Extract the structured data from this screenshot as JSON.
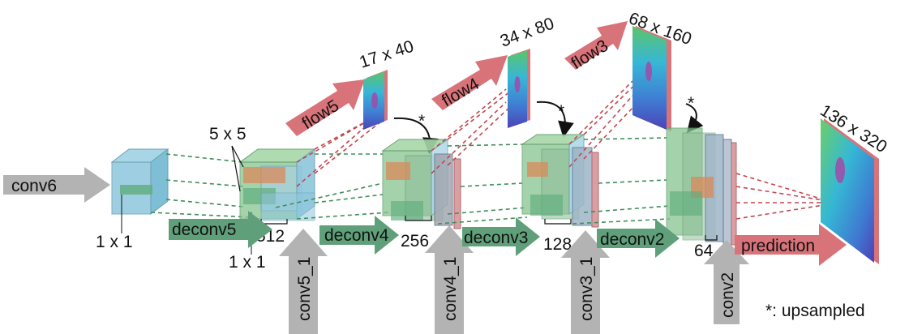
{
  "inputs": {
    "conv6": "conv6",
    "conv5_1": "conv5_1",
    "conv4_1": "conv4_1",
    "conv3_1": "conv3_1",
    "conv2": "conv2"
  },
  "deconv": {
    "deconv5": "deconv5",
    "deconv4": "deconv4",
    "deconv3": "deconv3",
    "deconv2": "deconv2"
  },
  "flows": {
    "flow5": "flow5",
    "flow4": "flow4",
    "flow3": "flow3",
    "prediction": "prediction"
  },
  "sizes": {
    "flow5": "17 x 40",
    "flow4": "34 x 80",
    "flow3": "68 x 160",
    "prediction": "136 x 320"
  },
  "kernels": {
    "k5x5": "5 x 5",
    "k1x1_a": "1 x 1",
    "k1x1_b": "1 x 1"
  },
  "channels": {
    "c512": "512",
    "c256": "256",
    "c128": "128",
    "c64": "64"
  },
  "upsample_mark": "*",
  "legend": "*: upsampled",
  "colors": {
    "gray_arrow": "#b3b3b3",
    "green_arrow": "#5fa07a",
    "red_arrow": "#d9737a",
    "blue_block": "#8ec6dc",
    "green_block": "#7dc08a",
    "orange_block": "#d98a5a"
  }
}
